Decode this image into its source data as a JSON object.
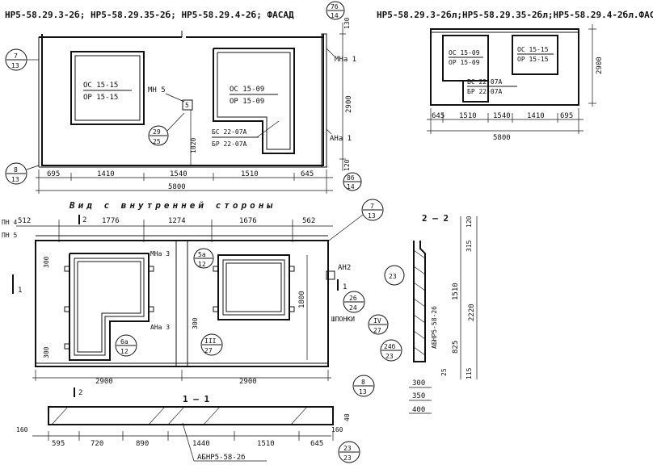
{
  "facade_main": {
    "title": "НР5-58.29.3-2б; НР5-58.29.35-2б; НР5-58.29.4-2б; ФАСАД",
    "callout_top": {
      "num": "7б",
      "den": "14"
    },
    "callout_left_top": {
      "num": "7",
      "den": "13"
    },
    "callout_left_bottom": {
      "num": "8",
      "den": "13"
    },
    "callout_right_bottom": {
      "num": "8б",
      "den": "14"
    },
    "callout_mid": {
      "num": "29",
      "den": "25"
    },
    "window_left": {
      "top": "ОС 15-15",
      "bottom": "ОР 15-15"
    },
    "window_right": {
      "top": "ОС 15-09",
      "bottom": "ОР 15-09"
    },
    "door": {
      "top": "БС 22-07А",
      "bottom": "БР 22-07А"
    },
    "labels": {
      "mn5": "МН 5",
      "mna1": "МНа 1",
      "ana1": "АНа 1",
      "box5": "5"
    },
    "dims_bottom": [
      "695",
      "1410",
      "1540",
      "1510",
      "645"
    ],
    "dim_total": "5800",
    "dims_right": {
      "top": "130",
      "height": "2900",
      "door_h": "1020",
      "bottom": "120"
    }
  },
  "facade_small": {
    "title": "НР5-58.29.3-2бл;НР5-58.29.35-2бл;НР5-58.29.4-2бл.ФАСАД",
    "window_left": {
      "top": "ОС 15-09",
      "bottom": "ОР 15-09"
    },
    "window_right": {
      "top": "ОС 15-15",
      "bottom": "ОР 15-15"
    },
    "door": {
      "top": "БС 22-07А",
      "bottom": "БР 22-07А"
    },
    "dims_bottom": [
      "645",
      "1510",
      "1540",
      "1410",
      "695"
    ],
    "dim_total": "5800",
    "dim_height": "2900"
  },
  "inside_view": {
    "title": "Вид с внутренней стороны",
    "dims_top": [
      "512",
      "1776",
      "1274",
      "1676",
      "562"
    ],
    "label_pn4": "ПН 4",
    "label_pn5": "ПН 5",
    "cut_2_top": "2",
    "cut_2_bottom": "2",
    "cut_1_left": "1",
    "cut_1_right": "1",
    "callout_top_right": {
      "num": "7",
      "den": "13"
    },
    "callout_bottom_right": {
      "num": "8",
      "den": "13"
    },
    "callout_mna3": {
      "num": "5а",
      "den": "12"
    },
    "callout_ana3": {
      "num": "6а",
      "den": "12"
    },
    "callout_iii": {
      "num": "III",
      "den": "27"
    },
    "callout_26": {
      "num": "26",
      "den": "24"
    },
    "callout_iv": {
      "num": "IV",
      "den": "27"
    },
    "labels": {
      "mna3": "МНа 3",
      "ana3": "АНа 3",
      "an2": "АН2",
      "shponki": "ШПОНКИ"
    },
    "dims_left": [
      "300",
      "300"
    ],
    "dim_300_mid": "300",
    "dim_1800": "1800",
    "dims_bottom": [
      "2900",
      "2900"
    ]
  },
  "section_1_1": {
    "title": "1 — 1",
    "dims_bottom": [
      "595",
      "720",
      "890",
      "1440",
      "1510",
      "645"
    ],
    "dim_left": "160",
    "dim_right": "160",
    "dim_height": "40",
    "label": "АБНР5-58-2б",
    "callout": {
      "num": "23",
      "den": "23"
    }
  },
  "section_2_2": {
    "title": "2 — 2",
    "dims_right": [
      "120",
      "315",
      "1510",
      "2220",
      "825",
      "25",
      "115"
    ],
    "label": "АБНР5-58-2б",
    "callout_top": {
      "num": "23",
      "den": ""
    },
    "callout_bottom": {
      "num": "24б",
      "den": "23"
    },
    "dims_bottom": [
      "300",
      "350",
      "400"
    ]
  }
}
